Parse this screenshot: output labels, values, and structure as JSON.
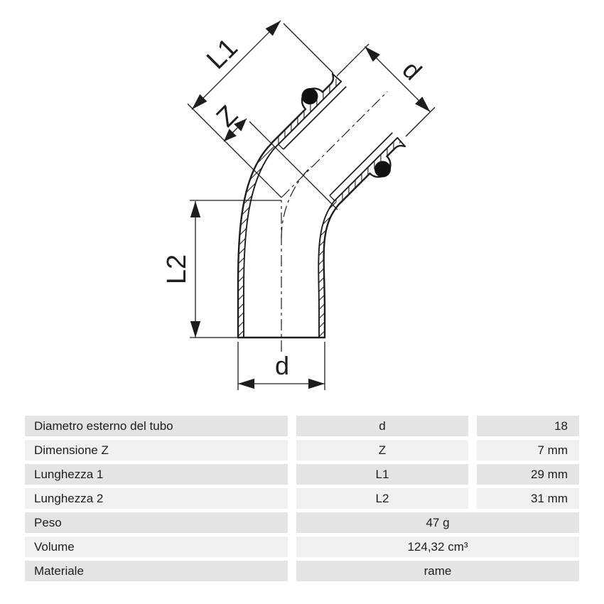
{
  "drawing": {
    "labels": {
      "l1": "L1",
      "z": "Z",
      "d_top": "d",
      "l2": "L2",
      "d_bottom": "d"
    },
    "description": "45-degree copper press elbow, section view with O-ring seals"
  },
  "table": {
    "rows": [
      {
        "label": "Diametro esterno del tubo",
        "symbol": "d",
        "value": "18"
      },
      {
        "label": "Dimensione Z",
        "symbol": "Z",
        "value": "7 mm"
      },
      {
        "label": "Lunghezza 1",
        "symbol": "L1",
        "value": "29 mm"
      },
      {
        "label": "Lunghezza 2",
        "symbol": "L2",
        "value": "31 mm"
      },
      {
        "label": "Peso",
        "value": "47 g"
      },
      {
        "label": "Volume",
        "value": "124,32 cm³"
      },
      {
        "label": "Materiale",
        "value": "rame"
      }
    ]
  },
  "colors": {
    "row_dark": "#e4e4e4",
    "row_light": "#f0f0f0",
    "line": "#1d1d1b",
    "background": "#ffffff"
  }
}
